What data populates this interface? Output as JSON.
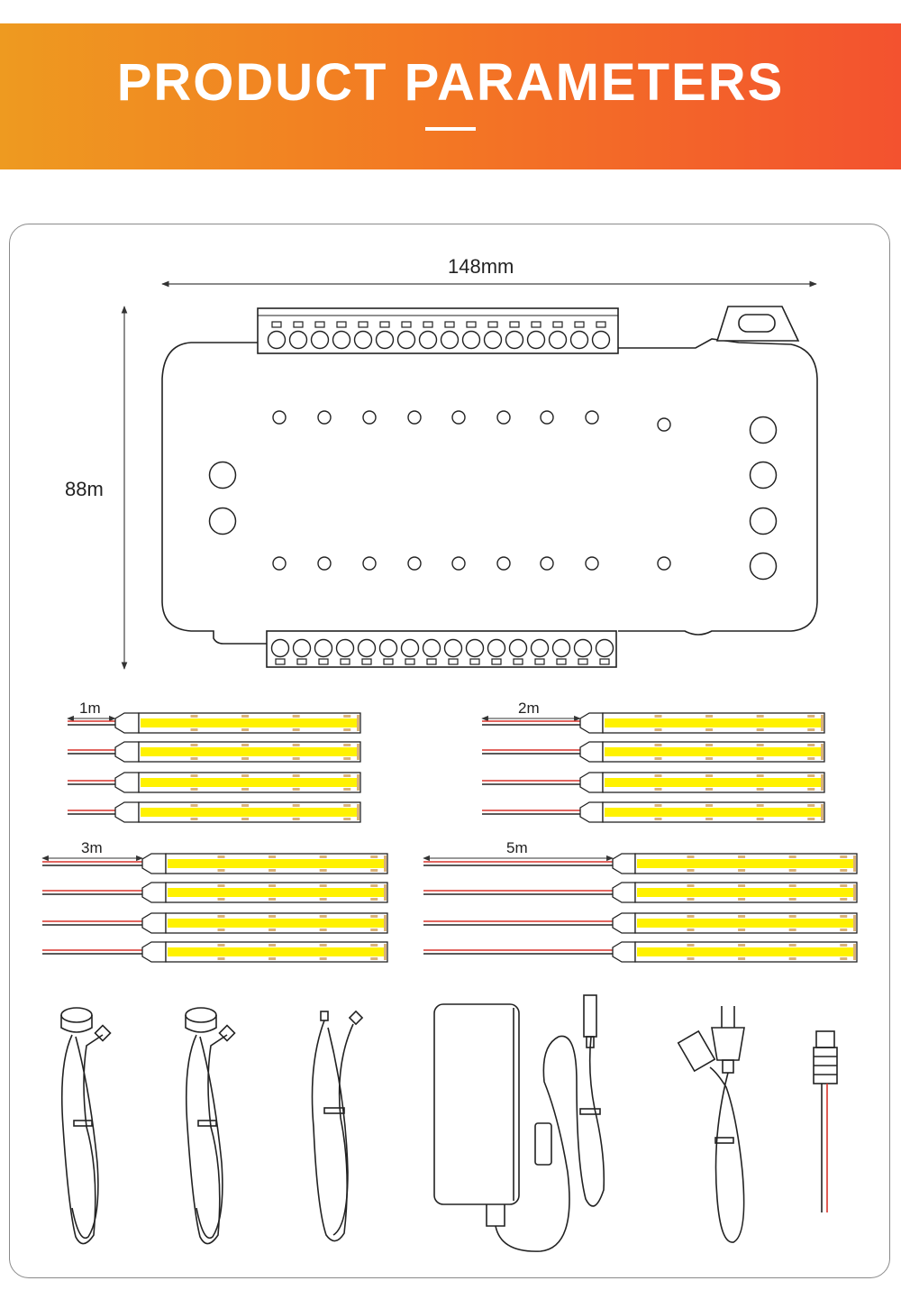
{
  "banner": {
    "title": "PRODUCT PARAMETERS"
  },
  "dimensions": {
    "width": "148mm",
    "height": "88m"
  },
  "strips": [
    {
      "length": "1m"
    },
    {
      "length": "2m"
    },
    {
      "length": "3m"
    },
    {
      "length": "5m"
    }
  ],
  "colors": {
    "banner_start": "#ee9a20",
    "banner_end": "#f3522f",
    "strip_yellow": "#fff200",
    "wire_red": "#d9342b"
  },
  "accessories": [
    {
      "icon": "touch-sensor-icon"
    },
    {
      "icon": "touch-sensor-icon"
    },
    {
      "icon": "connection-cable-icon"
    },
    {
      "icon": "power-adapter-icon"
    },
    {
      "icon": "eu-power-plug-icon"
    },
    {
      "icon": "dc-connector-icon"
    }
  ]
}
